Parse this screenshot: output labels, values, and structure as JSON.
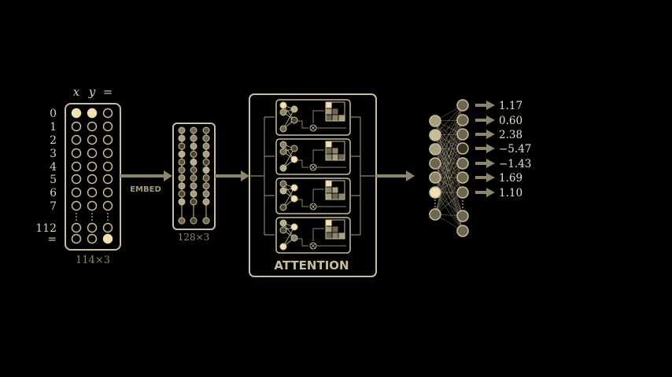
{
  "input": {
    "col_headers": [
      "x",
      "y",
      "="
    ],
    "row_labels": [
      "0",
      "1",
      "2",
      "3",
      "4",
      "5",
      "6",
      "7",
      "112",
      "="
    ],
    "shape_label": "114×3"
  },
  "embed": {
    "label": "EMBED",
    "shape_label": "128×3"
  },
  "attention": {
    "label": "ATTENTION",
    "heads": 4
  },
  "outputs": {
    "values": [
      "1.17",
      "0.60",
      "2.38",
      "−5.47",
      "−1.43",
      "1.69",
      "1.10"
    ]
  },
  "colors": {
    "stroke": "#c8bd9c",
    "arrow": "#8c846c",
    "highlight": "#f3dfb3",
    "background": "#000000"
  }
}
